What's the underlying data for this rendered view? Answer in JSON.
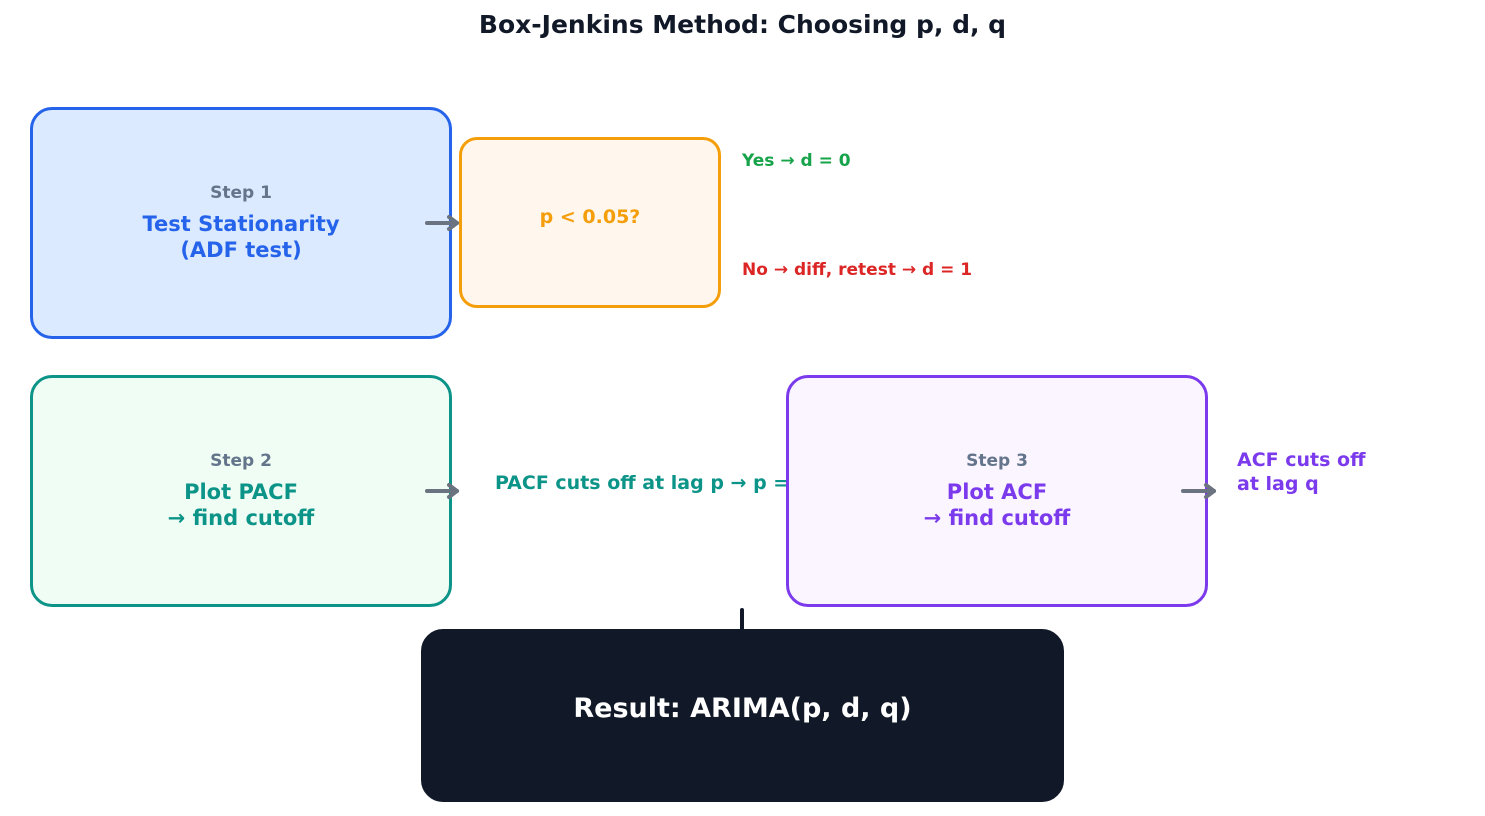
{
  "title": "Box-Jenkins Method: Choosing p, d, q",
  "step1": {
    "label": "Step 1",
    "text": "Test Stationarity\n(ADF test)"
  },
  "decision": {
    "text": "p < 0.05?"
  },
  "outcomes": {
    "yes": "Yes → d = 0",
    "no": "No → diff, retest → d = 1"
  },
  "step2": {
    "label": "Step 2",
    "text": "Plot PACF\n→ find cutoff"
  },
  "pacf_note": "PACF cuts off at lag p → p = that lag",
  "step3": {
    "label": "Step 3",
    "text": "Plot ACF\n→ find cutoff"
  },
  "acf_note": "ACF cuts off\nat lag q",
  "result": {
    "text": "Result: ARIMA(p, d, q)"
  },
  "colors": {
    "step1": "#2563eb",
    "step2": "#0d9488",
    "step3": "#7c3aed",
    "decision": "#f59e0b",
    "yes": "#16a34a",
    "no": "#dc2626",
    "result_bg": "#111827",
    "arrow": "#6b7280"
  }
}
